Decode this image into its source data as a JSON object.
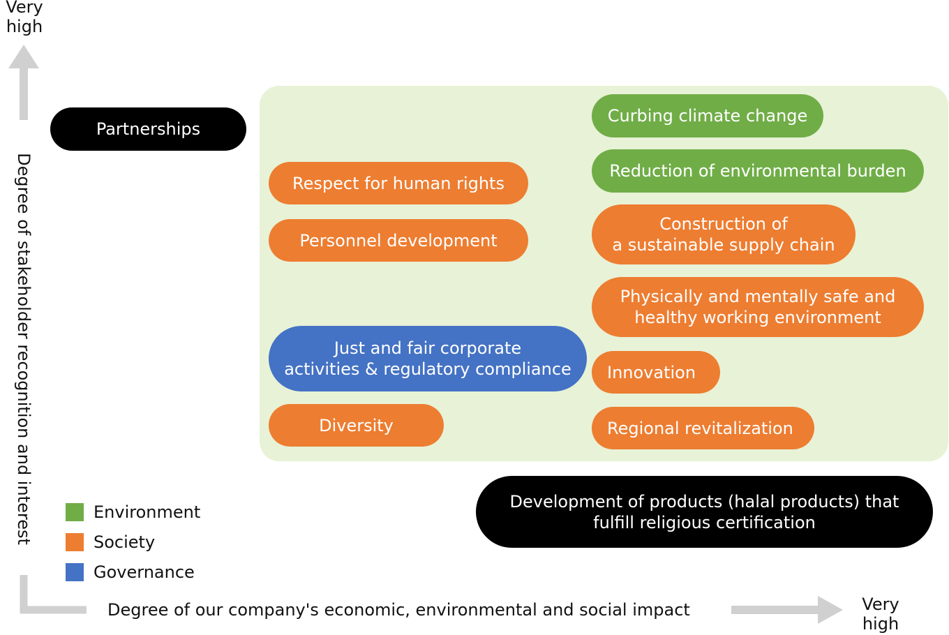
{
  "axes": {
    "y_label": "Degree of stakeholder recognition and interest",
    "y_end_line1": "Very",
    "y_end_line2": "high",
    "x_label": "Degree of our company's economic, environmental and social impact",
    "x_end_line1": "Very",
    "x_end_line2": "high"
  },
  "colors": {
    "environment": "#70ad47",
    "society": "#ed7d31",
    "governance": "#4472c4",
    "other": "#000000",
    "focus_zone": "#e8f2d6",
    "arrow": "#d0d0d0"
  },
  "legend": {
    "environment": "Environment",
    "society": "Society",
    "governance": "Governance"
  },
  "issues": {
    "partnerships": "Partnerships",
    "human_rights": "Respect for human rights",
    "personnel": "Personnel development",
    "just_fair_line1": "Just and fair corporate",
    "just_fair_line2": "activities & regulatory compliance",
    "diversity": "Diversity",
    "climate": "Curbing climate change",
    "env_burden": "Reduction of environmental burden",
    "supply_line1": "Construction of",
    "supply_line2": "a sustainable supply chain",
    "safe_line1": "Physically and mentally safe and",
    "safe_line2": "healthy working environment",
    "innovation": "Innovation",
    "regional": "Regional revitalization",
    "halal_line1": "Development of products (halal products) that",
    "halal_line2": "fulfill religious certification"
  }
}
